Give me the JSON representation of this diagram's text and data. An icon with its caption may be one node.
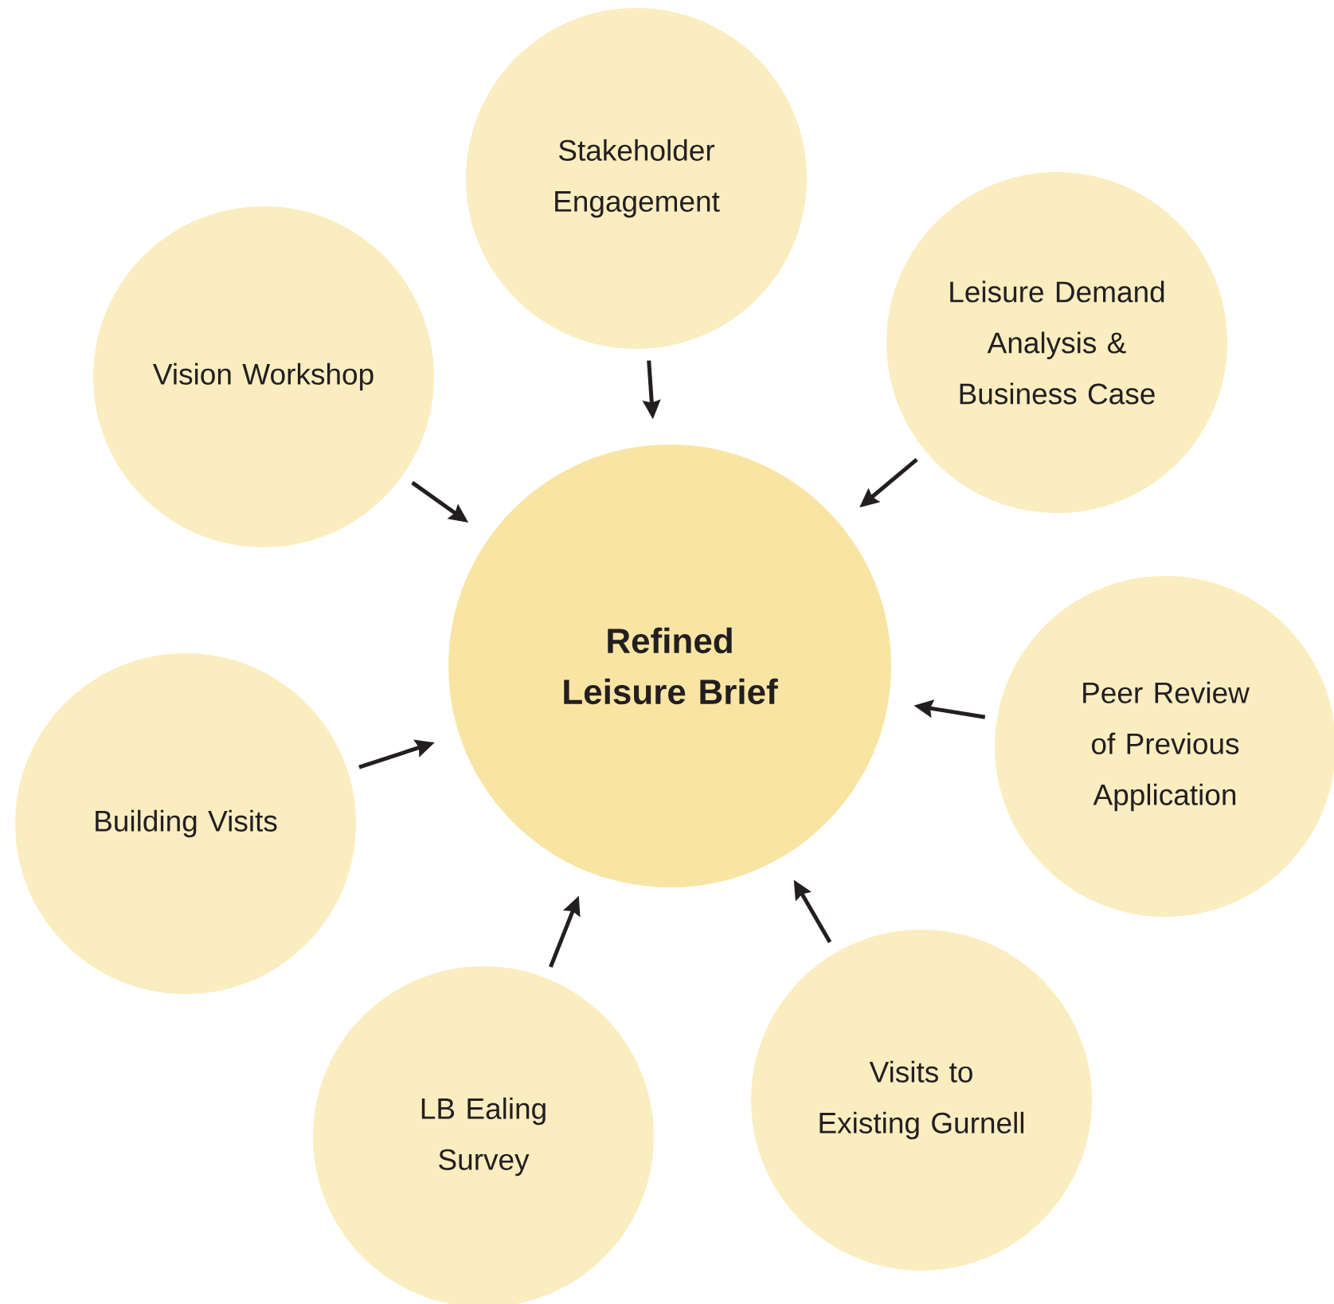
{
  "diagram": {
    "nodes": [
      {
        "text": [
          "Stakeholder Engagement"
        ]
      },
      {
        "text": [
          "Vision Workshop"
        ]
      },
      {
        "text": [
          "Leisure Demand Analysis & Business Case"
        ]
      },
      {
        "text": [
          "Refined Leisure Brief"
        ]
      },
      {
        "text": [
          "Peer Review of Previous Application"
        ]
      },
      {
        "text": [
          "Building Visits"
        ]
      },
      {
        "text": [
          "LB Ealing Survey"
        ]
      },
      {
        "text": [
          "Visits to Existing Gurnell"
        ]
      }
    ],
    "edges": [
      {
        "from": 0,
        "to": 3,
        "arrow": "to"
      },
      {
        "from": 1,
        "to": 3,
        "arrow": "to"
      },
      {
        "from": 2,
        "to": 3,
        "arrow": "to"
      },
      {
        "from": 4,
        "to": 3,
        "arrow": "to"
      },
      {
        "from": 5,
        "to": 3,
        "arrow": "to"
      },
      {
        "from": 6,
        "to": 3,
        "arrow": "to"
      },
      {
        "from": 7,
        "to": 3,
        "arrow": "to"
      }
    ]
  }
}
